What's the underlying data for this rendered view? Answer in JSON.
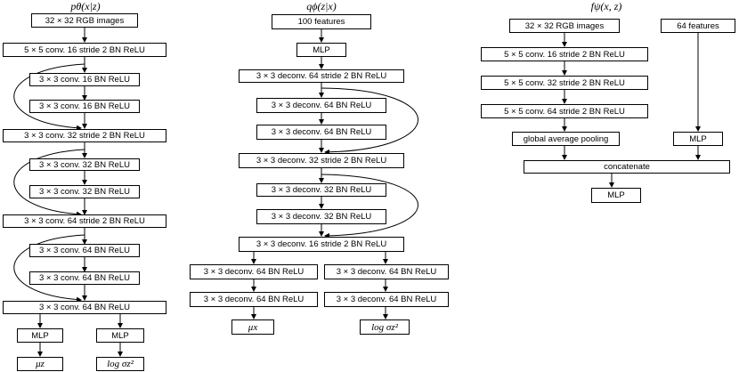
{
  "titles": {
    "p": "pθ(x|z)",
    "q": "qϕ(z|x)",
    "f": "fψ(x, z)"
  },
  "p_net": {
    "input": "32 × 32 RGB images",
    "conv1": "5 × 5 conv. 16 stride 2 BN ReLU",
    "conv2": "3 × 3 conv. 16 BN ReLU",
    "conv3": "3 × 3 conv. 16 BN ReLU",
    "conv4": "3 × 3 conv. 32 stride 2 BN ReLU",
    "conv5": "3 × 3 conv. 32 BN ReLU",
    "conv6": "3 × 3 conv. 32 BN ReLU",
    "conv7": "3 × 3 conv. 64 stride 2 BN ReLU",
    "conv8": "3 × 3 conv. 64 BN ReLU",
    "conv9": "3 × 3 conv. 64 BN ReLU",
    "conv10": "3 × 3 conv. 64 BN ReLU",
    "mlp_left": "MLP",
    "mlp_right": "MLP",
    "out_mu": "μz",
    "out_logvar": "log σz²"
  },
  "q_net": {
    "input": "100 features",
    "mlp": "MLP",
    "deconv1": "3 × 3 deconv. 64 stride  2  BN ReLU",
    "deconv2": "3 × 3 deconv. 64 BN ReLU",
    "deconv3": "3 × 3 deconv. 64 BN ReLU",
    "deconv4": "3 × 3 deconv. 32 stride 2 BN ReLU",
    "deconv5": "3 × 3 deconv. 32 BN ReLU",
    "deconv6": "3 × 3 deconv. 32 BN ReLU",
    "deconv7": "3 × 3 deconv. 16 stride 2 BN ReLU",
    "deconv_l1": "3 × 3 deconv. 64 BN ReLU",
    "deconv_l2": "3 × 3 deconv. 64 BN ReLU",
    "deconv_r1": "3 × 3 deconv. 64 BN ReLU",
    "deconv_r2": "3 × 3 deconv. 64 BN ReLU",
    "out_mu": "μx",
    "out_logvar": "log σz²"
  },
  "f_net": {
    "input_img": "32 × 32 RGB images",
    "input_feat": "64 features",
    "conv1": "5 × 5 conv. 16 stride 2 BN ReLU",
    "conv2": "5 × 5 conv. 32 stride 2 BN ReLU",
    "conv3": "5 × 5 conv. 64 stride 2 BN ReLU",
    "gap": "global average pooling",
    "mlp_feat": "MLP",
    "concat": "concatenate",
    "mlp_out": "MLP"
  }
}
